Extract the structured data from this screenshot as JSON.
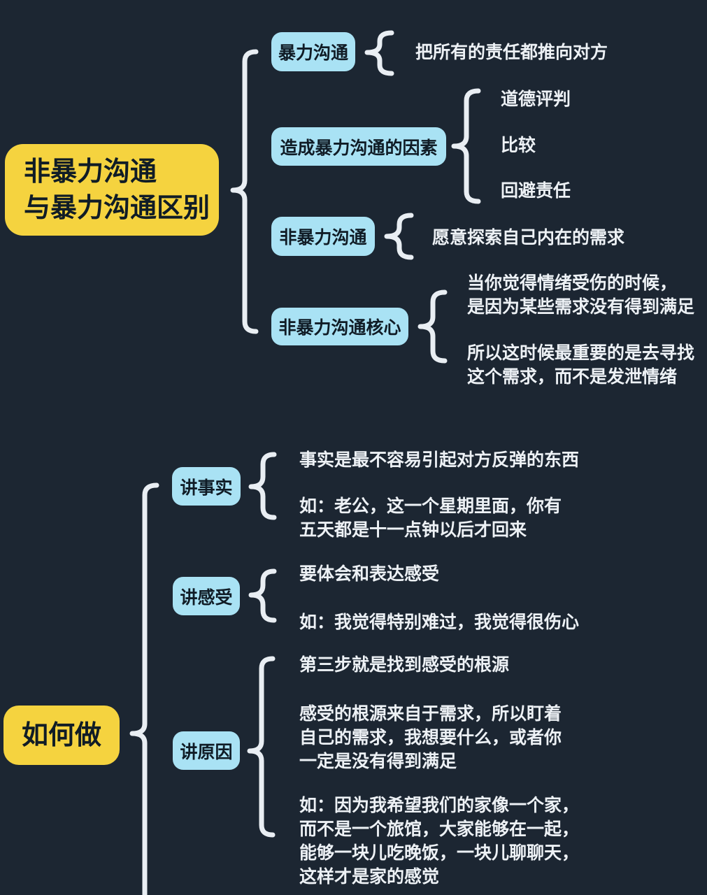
{
  "palette": {
    "background": "#1C2632",
    "root_fill": "#F5D33F",
    "child_fill": "#A9E2F4",
    "node_text": "#101C26",
    "leaf_text": "#EDF1F5",
    "brace": "#E9EEF3"
  },
  "map": {
    "sections": [
      {
        "root": "非暴力沟通\n与暴力沟通区别",
        "children": [
          {
            "label": "暴力沟通",
            "items": [
              "把所有的责任都推向对方"
            ]
          },
          {
            "label": "造成暴力沟通的因素",
            "items": [
              "道德评判",
              "比较",
              "回避责任"
            ]
          },
          {
            "label": "非暴力沟通",
            "items": [
              "愿意探索自己内在的需求"
            ]
          },
          {
            "label": "非暴力沟通核心",
            "items": [
              "当你觉得情绪受伤的时候，\n是因为某些需求没有得到满足",
              "所以这时候最重要的是去寻找\n这个需求，而不是发泄情绪"
            ]
          }
        ]
      },
      {
        "root": "如何做",
        "children": [
          {
            "label": "讲事实",
            "items": [
              "事实是最不容易引起对方反弹的东西",
              "如：老公，这一个星期里面，你有\n五天都是十一点钟以后才回来"
            ]
          },
          {
            "label": "讲感受",
            "items": [
              "要体会和表达感受",
              "如：我觉得特别难过，我觉得很伤心"
            ]
          },
          {
            "label": "讲原因",
            "items": [
              "第三步就是找到感受的根源",
              "感受的根源来自于需求，所以盯着\n自己的需求，我想要什么，或者你\n一定是没有得到满足",
              "如：因为我希望我们的家像一个家，\n而不是一个旅馆，大家能够在一起，\n能够一块儿吃晚饭，一块儿聊聊天，\n这样才是家的感觉"
            ]
          }
        ]
      }
    ]
  }
}
